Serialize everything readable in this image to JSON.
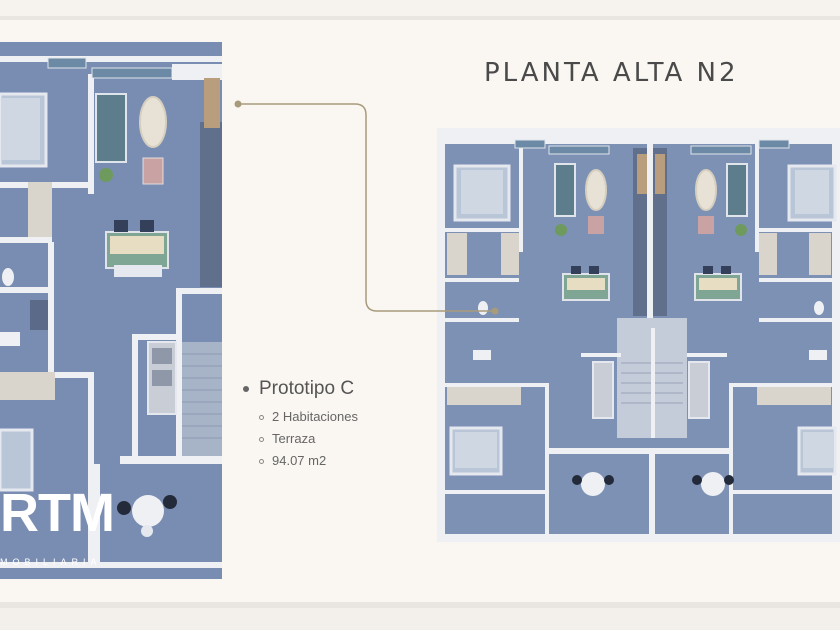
{
  "title": "PLANTA ALTA N2",
  "prototype": {
    "name": "Prototipo C",
    "features": [
      "2 Habitaciones",
      "Terraza",
      "94.07 m2"
    ]
  },
  "brand": {
    "logo_text": "RTM",
    "logo_subtext": "MOBILIARIA"
  },
  "colors": {
    "background": "#faf7f3",
    "floor": "#7a8fb3",
    "wall": "#f2f2f2",
    "accent_line": "#a89b7c",
    "title_text": "#4a4a4a"
  }
}
